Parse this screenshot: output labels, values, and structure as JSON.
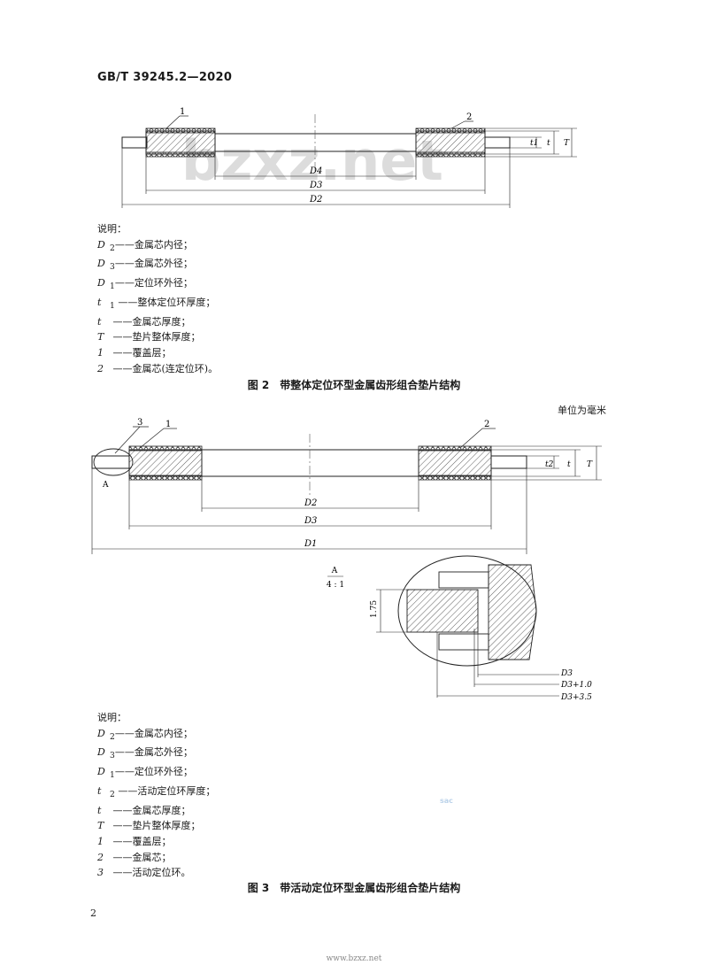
{
  "header": {
    "standard_no": "GB/T 39245.2—2020"
  },
  "figure2": {
    "callouts": [
      "1",
      "2"
    ],
    "dim_labels": {
      "d4": "D4",
      "d3": "D3",
      "d2": "D2",
      "t1": "t1",
      "t": "t",
      "T": "T"
    },
    "legend_title": "说明：",
    "legend": [
      {
        "sym": "D",
        "sub": "2",
        "text": "——金属芯内径；"
      },
      {
        "sym": "D",
        "sub": "3",
        "text": "——金属芯外径；"
      },
      {
        "sym": "D",
        "sub": "1",
        "text": "——定位环外径；"
      },
      {
        "sym": "t",
        "sub": "1",
        "text": " ——整体定位环厚度；"
      },
      {
        "sym": "t",
        "sub": "",
        "text": " ——金属芯厚度；"
      },
      {
        "sym": "T",
        "sub": "",
        "text": " ——垫片整体厚度；"
      },
      {
        "sym": "1",
        "sub": "",
        "text": " ——覆盖层；"
      },
      {
        "sym": "2",
        "sub": "",
        "text": " ——金属芯(连定位环)。"
      }
    ],
    "caption": "图 2　带整体定位环型金属齿形组合垫片结构"
  },
  "figure3": {
    "unit_note": "单位为毫米",
    "callouts": [
      "3",
      "1",
      "2"
    ],
    "view_marker": "A",
    "dim_labels": {
      "d2": "D2",
      "d3": "D3",
      "d1": "D1",
      "t2": "t2",
      "t": "t",
      "T": "T"
    },
    "detail": {
      "title": "A",
      "scale": "4 : 1",
      "dim_1_75": "1.75",
      "d3": "D3",
      "d3_plus_1": "D3+1.0",
      "d3_plus_3_5": "D3+3.5"
    },
    "legend_title": "说明：",
    "legend": [
      {
        "sym": "D",
        "sub": "2",
        "text": "——金属芯内径；"
      },
      {
        "sym": "D",
        "sub": "3",
        "text": "——金属芯外径；"
      },
      {
        "sym": "D",
        "sub": "1",
        "text": "——定位环外径；"
      },
      {
        "sym": "t",
        "sub": "2",
        "text": " ——活动定位环厚度；"
      },
      {
        "sym": "t",
        "sub": "",
        "text": " ——金属芯厚度；"
      },
      {
        "sym": "T",
        "sub": "",
        "text": " ——垫片整体厚度；"
      },
      {
        "sym": "1",
        "sub": "",
        "text": " ——覆盖层；"
      },
      {
        "sym": "2",
        "sub": "",
        "text": " ——金属芯；"
      },
      {
        "sym": "3",
        "sub": "",
        "text": " ——活动定位环。"
      }
    ],
    "caption": "图 3　带活动定位环型金属齿形组合垫片结构"
  },
  "watermark": {
    "text": "bzxz.net",
    "small": "sac"
  },
  "page_number": "2",
  "footer_text": "www.bzxz.net"
}
